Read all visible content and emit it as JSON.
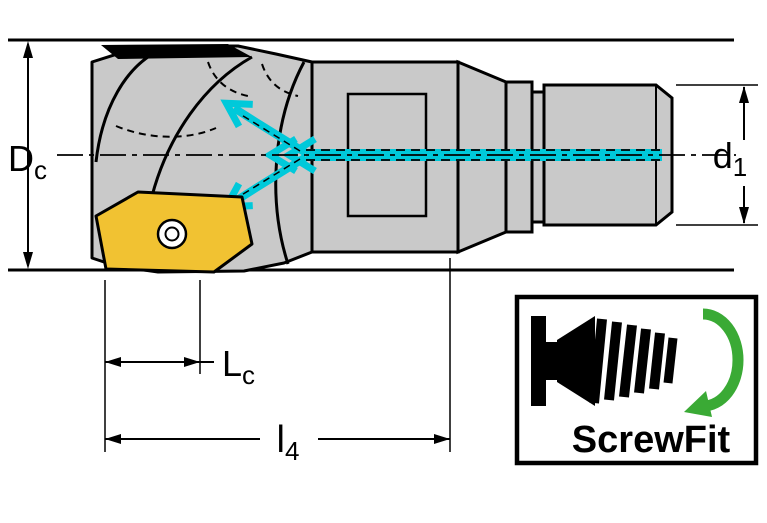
{
  "drawing": {
    "labels": {
      "dc": {
        "main": "D",
        "sub": "c"
      },
      "d1": {
        "main": "d",
        "sub": "1"
      },
      "lc": {
        "main": "L",
        "sub": "c"
      },
      "l4": {
        "main": "l",
        "sub": "4"
      }
    },
    "badge": {
      "label": "ScrewFit"
    },
    "colors": {
      "coolant_cyan": "#00c9da",
      "insert_yellow": "#f1c232",
      "body_gray": "#c9c9c9",
      "arrow_green": "#3aaa35",
      "outline_black": "#000000"
    }
  }
}
